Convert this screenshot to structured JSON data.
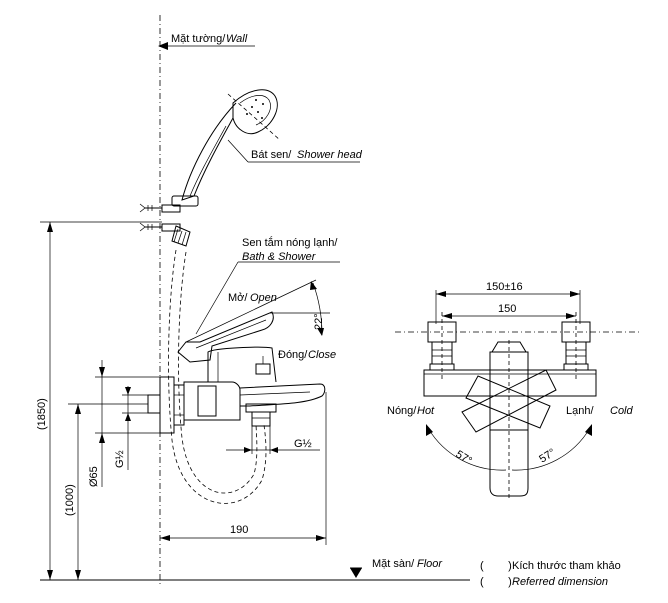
{
  "labels": {
    "wall_vi": "Mặt tường/",
    "wall_en": "Wall",
    "shower_head_vi": "Bát sen/",
    "shower_head_en": "Shower head",
    "mixer_vi": "Sen tắm nóng lạnh/",
    "mixer_en": "Bath & Shower",
    "open_vi": "Mở/",
    "open_en": "Open",
    "close_vi": "Đóng/",
    "close_en": "Close",
    "hot_vi": "Nóng/",
    "hot_en": "Hot",
    "cold_vi": "Lạnh/",
    "cold_en": "Cold",
    "floor_vi": "Mặt sàn/",
    "floor_en": "Floor"
  },
  "dimensions": {
    "height_total": "(1850)",
    "height_mixer": "(1000)",
    "diameter": "Ø65",
    "thread_inlet": "G½",
    "thread_outlet": "G½",
    "projection": "190",
    "lever_angle": "22°",
    "spacing_range": "150±16",
    "spacing": "150",
    "angle_left": "57°",
    "angle_right": "57°"
  },
  "legend": {
    "paren_1": "(        )",
    "paren_2": "(        )",
    "ref_vi": "Kích thước tham khảo",
    "ref_en": "Referred dimension"
  }
}
